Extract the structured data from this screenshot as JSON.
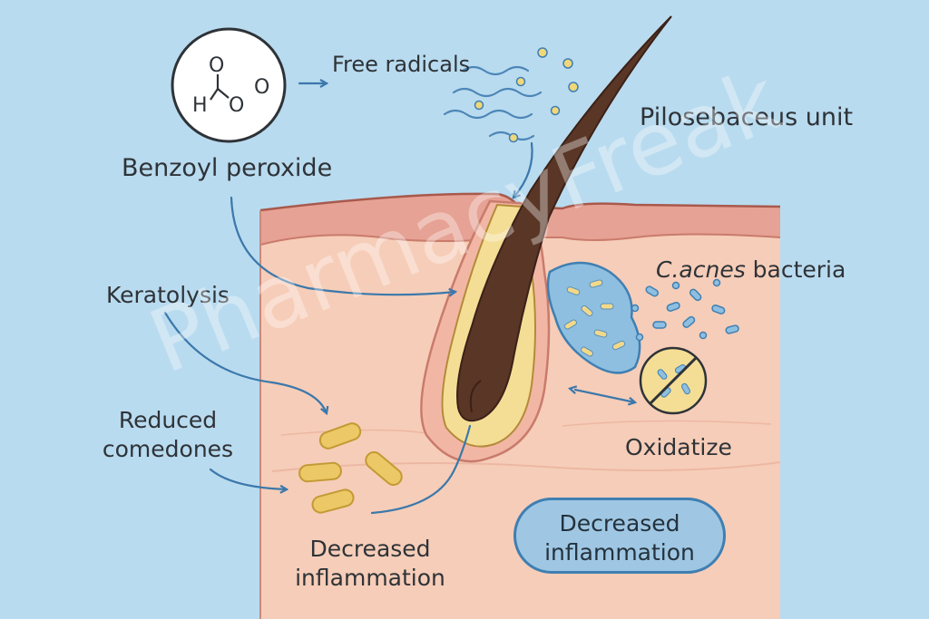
{
  "molecule": {
    "atom_o_top": "O",
    "atom_o_right": "O",
    "atom_h": "H",
    "atom_o_left": "O"
  },
  "labels": {
    "free_radicals": "Free radicals",
    "benzoyl_peroxide": "Benzoyl peroxide",
    "pilosebaceous_unit": "Pilosebaceus unit",
    "c_acnes_italic": "C.acnes",
    "c_acnes_rest": " bacteria",
    "keratolysis": "Keratolysis",
    "reduced_line1": "Reduced",
    "reduced_line2": "comedones",
    "oxidatize": "Oxidatize",
    "decreased_left_line1": "Decreased",
    "decreased_left_line2": "inflammation",
    "decreased_pill_line1": "Decreased",
    "decreased_pill_line2": "inflammation"
  },
  "watermark": "PharmacyFreak",
  "colors": {
    "background": "#b9dbef",
    "skin_top": "#e6a294",
    "dermis": "#f6cdb8",
    "hair": "#5a3626",
    "follicle_yellow": "#f4de95",
    "bacteria_blue": "#8fbfe0",
    "arrow_blue": "#3b78ab",
    "comedone_yellow": "#ecc867"
  }
}
